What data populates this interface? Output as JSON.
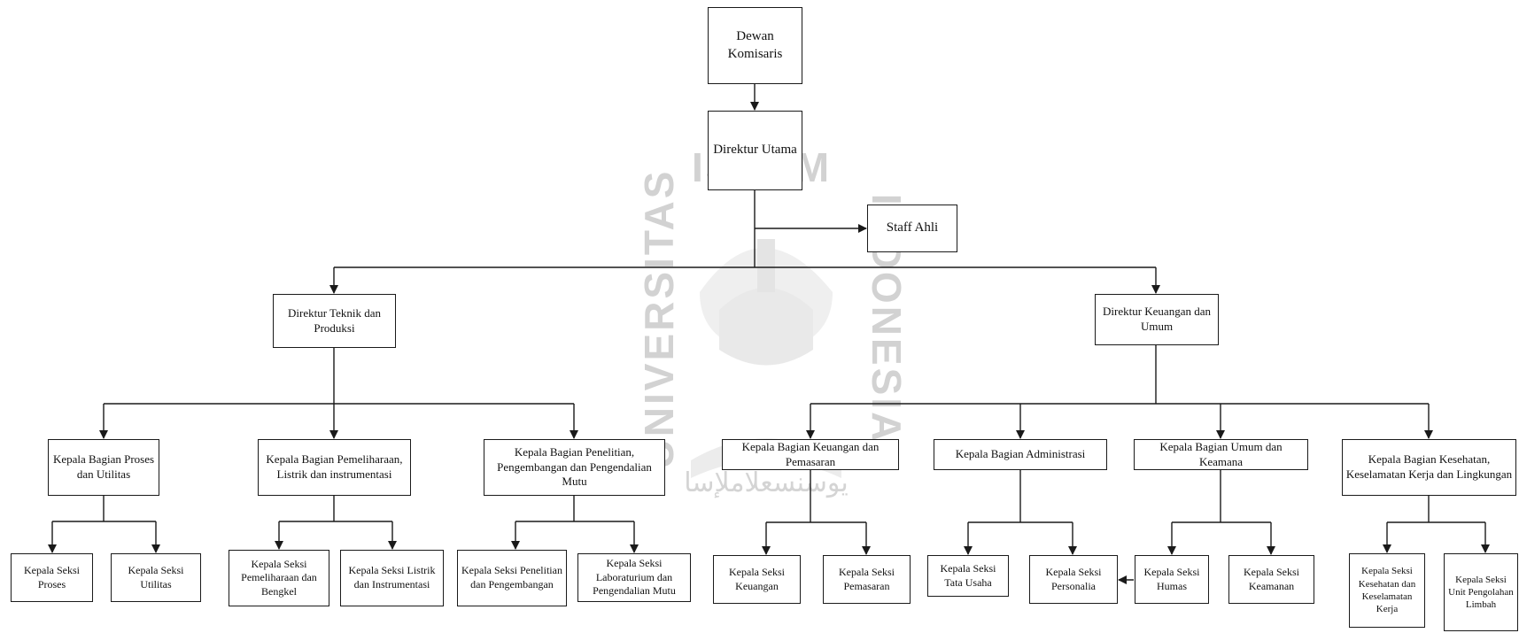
{
  "watermark": {
    "top_text": "ISLAM",
    "left_text": "UNIVERSITAS",
    "right_text": "INDONESIA",
    "bottom_text": "يوسنسعلاملإسا"
  },
  "nodes": {
    "dewan_komisaris": "Dewan Komisaris",
    "direktur_utama": "Direktur Utama",
    "staff_ahli": "Staff Ahli",
    "direktur_teknik": "Direktur Teknik dan Produksi",
    "direktur_keuangan": "Direktur Keuangan dan Umum",
    "kb_proses": "Kepala Bagian Proses dan Utilitas",
    "kb_pemeliharaan": "Kepala Bagian Pemeliharaan, Listrik dan instrumentasi",
    "kb_penelitian": "Kepala Bagian Penelitian, Pengembangan dan Pengendalian Mutu",
    "kb_keuangan": "Kepala Bagian Keuangan dan Pemasaran",
    "kb_administrasi": "Kepala Bagian Administrasi",
    "kb_umum": "Kepala Bagian Umum dan Keamana",
    "kb_kesehatan": "Kepala Bagian Kesehatan, Keselamatan Kerja dan Lingkungan",
    "ks_proses": "Kepala Seksi Proses",
    "ks_utilitas": "Kepala Seksi Utilitas",
    "ks_pemeliharaan": "Kepala Seksi Pemeliharaan dan Bengkel",
    "ks_listrik": "Kepala Seksi Listrik dan Instrumentasi",
    "ks_penelitian": "Kepala Seksi Penelitian dan Pengembangan",
    "ks_laboratorium": "Kepala Seksi Laboraturium dan Pengendalian Mutu",
    "ks_keuangan": "Kepala Seksi Keuangan",
    "ks_pemasaran": "Kepala Seksi Pemasaran",
    "ks_tatausaha": "Kepala Seksi Tata Usaha",
    "ks_personalia": "Kepala Seksi Personalia",
    "ks_humas": "Kepala Seksi Humas",
    "ks_keamanan": "Kepala Seksi Keamanan",
    "ks_kesehatan": "Kepala Seksi Kesehatan dan Keselamatan Kerja",
    "ks_limbah": "Kepala Seksi Unit Pengolahan Limbah"
  }
}
